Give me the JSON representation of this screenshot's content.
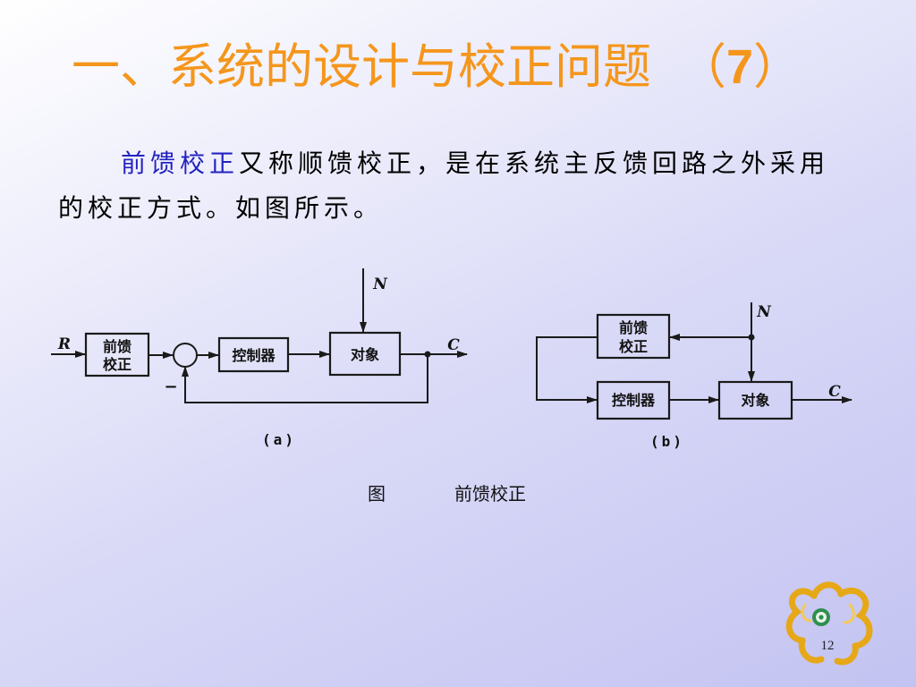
{
  "slide": {
    "title": {
      "text": "一、系统的设计与校正问题",
      "paren_open": "（",
      "number": "7",
      "paren_close": "）"
    },
    "body": {
      "highlight": "前馈校正",
      "line1_rest": "又称顺馈校正，是在系统主反馈回路之外采用",
      "line2": "的校正方式。如图所示。"
    },
    "figure": {
      "diagram_a": {
        "input_label": "R",
        "disturbance_label": "N",
        "output_label": "C",
        "feedforward_block": [
          "前馈",
          "校正"
        ],
        "controller_block": "控制器",
        "plant_block": "对象",
        "feedback_sign": "−",
        "caption": "(a)"
      },
      "diagram_b": {
        "disturbance_label": "N",
        "output_label": "C",
        "feedforward_block": [
          "前馈",
          "校正"
        ],
        "controller_block": "控制器",
        "plant_block": "对象",
        "caption": "(b)"
      },
      "caption": {
        "prefix": "图",
        "text": "前馈校正"
      }
    },
    "page_number": "12",
    "logo": {
      "icon": "emblem-swirl-logo"
    },
    "colors": {
      "title": "#f5961c",
      "highlight": "#2323c0",
      "diagram_ink": "#1a1a1a",
      "logo_gold": "#e6a817",
      "logo_green": "#2f8f4e"
    }
  }
}
